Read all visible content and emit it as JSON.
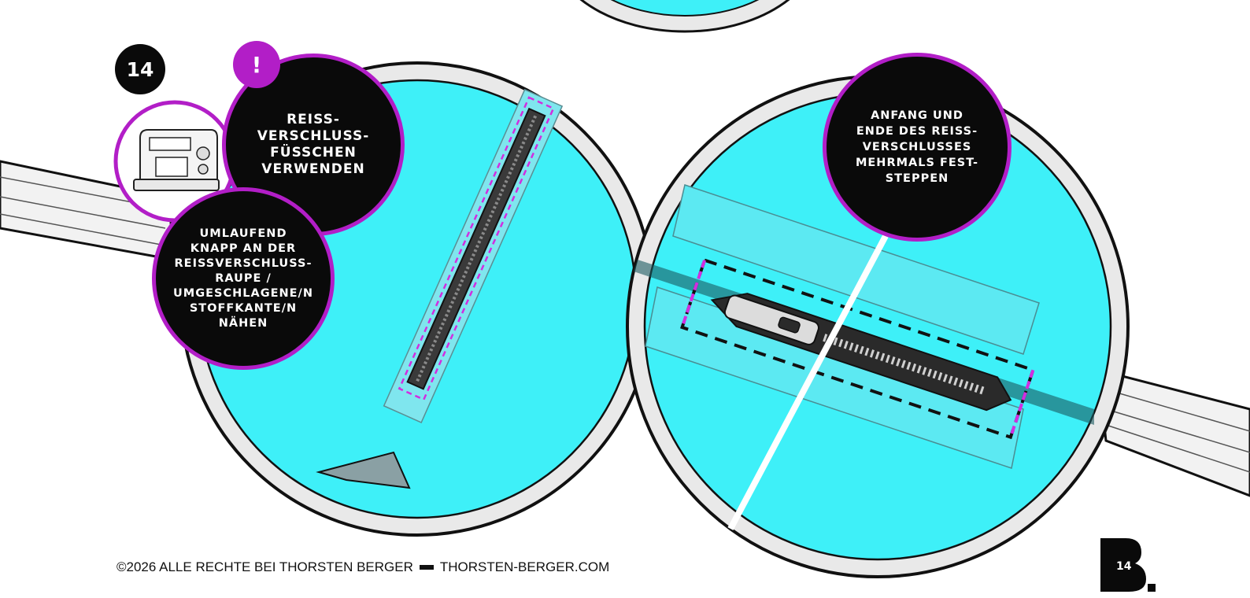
{
  "step": {
    "number": "14",
    "alert_symbol": "!"
  },
  "callouts": {
    "presser_foot": "REISS-\nVERSCHLUSS-\nFÜSSCHEN\nVERWENDEN",
    "sew_around": "UMLAUFEND\nKNAPP AN DER\nREISSVERSCHLUSS-\nRAUPE /\nUMGESCHLAGENE/N\nSTOFFKANTE/N\nNÄHEN",
    "backstitch": "ANFANG UND\nENDE DES REISS-\nVERSCHLUSSES\nMEHRMALS FEST-\nSTEPPEN"
  },
  "footer": {
    "copyright": "©2026 ALLE RECHTE BEI THORSTEN BERGER",
    "website": "THORSTEN-BERGER.COM"
  },
  "brand": {
    "page_number": "14"
  },
  "colors": {
    "fabric": "#3ef0f8",
    "accent": "#b21ec7",
    "ink": "#0a0a0a",
    "rim": "#e9e9e9"
  }
}
